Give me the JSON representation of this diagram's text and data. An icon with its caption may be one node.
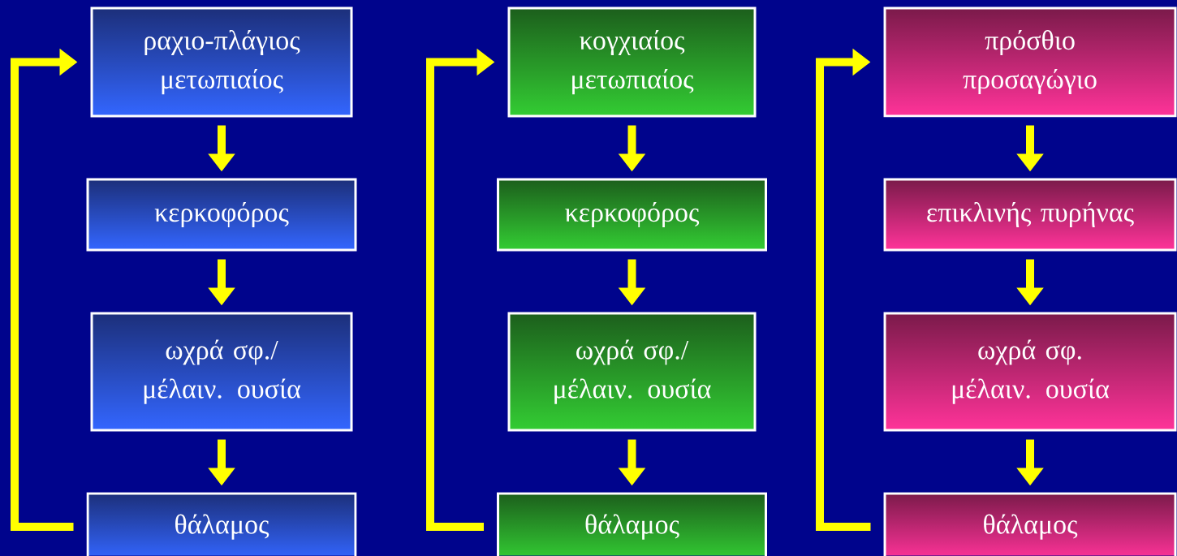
{
  "diagram": {
    "nodes": [
      {
        "text": [
          "ραχιο-πλάγιος μετωπιαίος"
        ]
      },
      {
        "text": [
          "κερκοφόρος"
        ]
      },
      {
        "text": [
          "ωχρά σφ./ μέλαιν. ουσία"
        ]
      },
      {
        "text": [
          "θάλαμος"
        ]
      },
      {
        "text": [
          "κογχιαίος μετωπιαίος"
        ]
      },
      {
        "text": [
          "κερκοφόρος"
        ]
      },
      {
        "text": [
          "ωχρά σφ./ μέλαιν. ουσία"
        ]
      },
      {
        "text": [
          "θάλαμος"
        ]
      },
      {
        "text": [
          "πρόσθιο προσαγώγιο"
        ]
      },
      {
        "text": [
          "επικλινής πυρήνας"
        ]
      },
      {
        "text": [
          "ωχρά σφ. μέλαιν. ουσία"
        ]
      },
      {
        "text": [
          "θάλαμος"
        ]
      }
    ],
    "edges": [
      {
        "from": 0,
        "to": 1,
        "arrow": "to"
      },
      {
        "from": 1,
        "to": 2,
        "arrow": "to"
      },
      {
        "from": 2,
        "to": 3,
        "arrow": "to"
      },
      {
        "from": 3,
        "to": 0,
        "arrow": "to"
      },
      {
        "from": 4,
        "to": 5,
        "arrow": "to"
      },
      {
        "from": 5,
        "to": 6,
        "arrow": "to"
      },
      {
        "from": 6,
        "to": 7,
        "arrow": "to"
      },
      {
        "from": 7,
        "to": 4,
        "arrow": "to"
      },
      {
        "from": 8,
        "to": 9,
        "arrow": "to"
      },
      {
        "from": 9,
        "to": 10,
        "arrow": "to"
      },
      {
        "from": 10,
        "to": 11,
        "arrow": "to"
      },
      {
        "from": 11,
        "to": 8,
        "arrow": "to"
      }
    ]
  }
}
